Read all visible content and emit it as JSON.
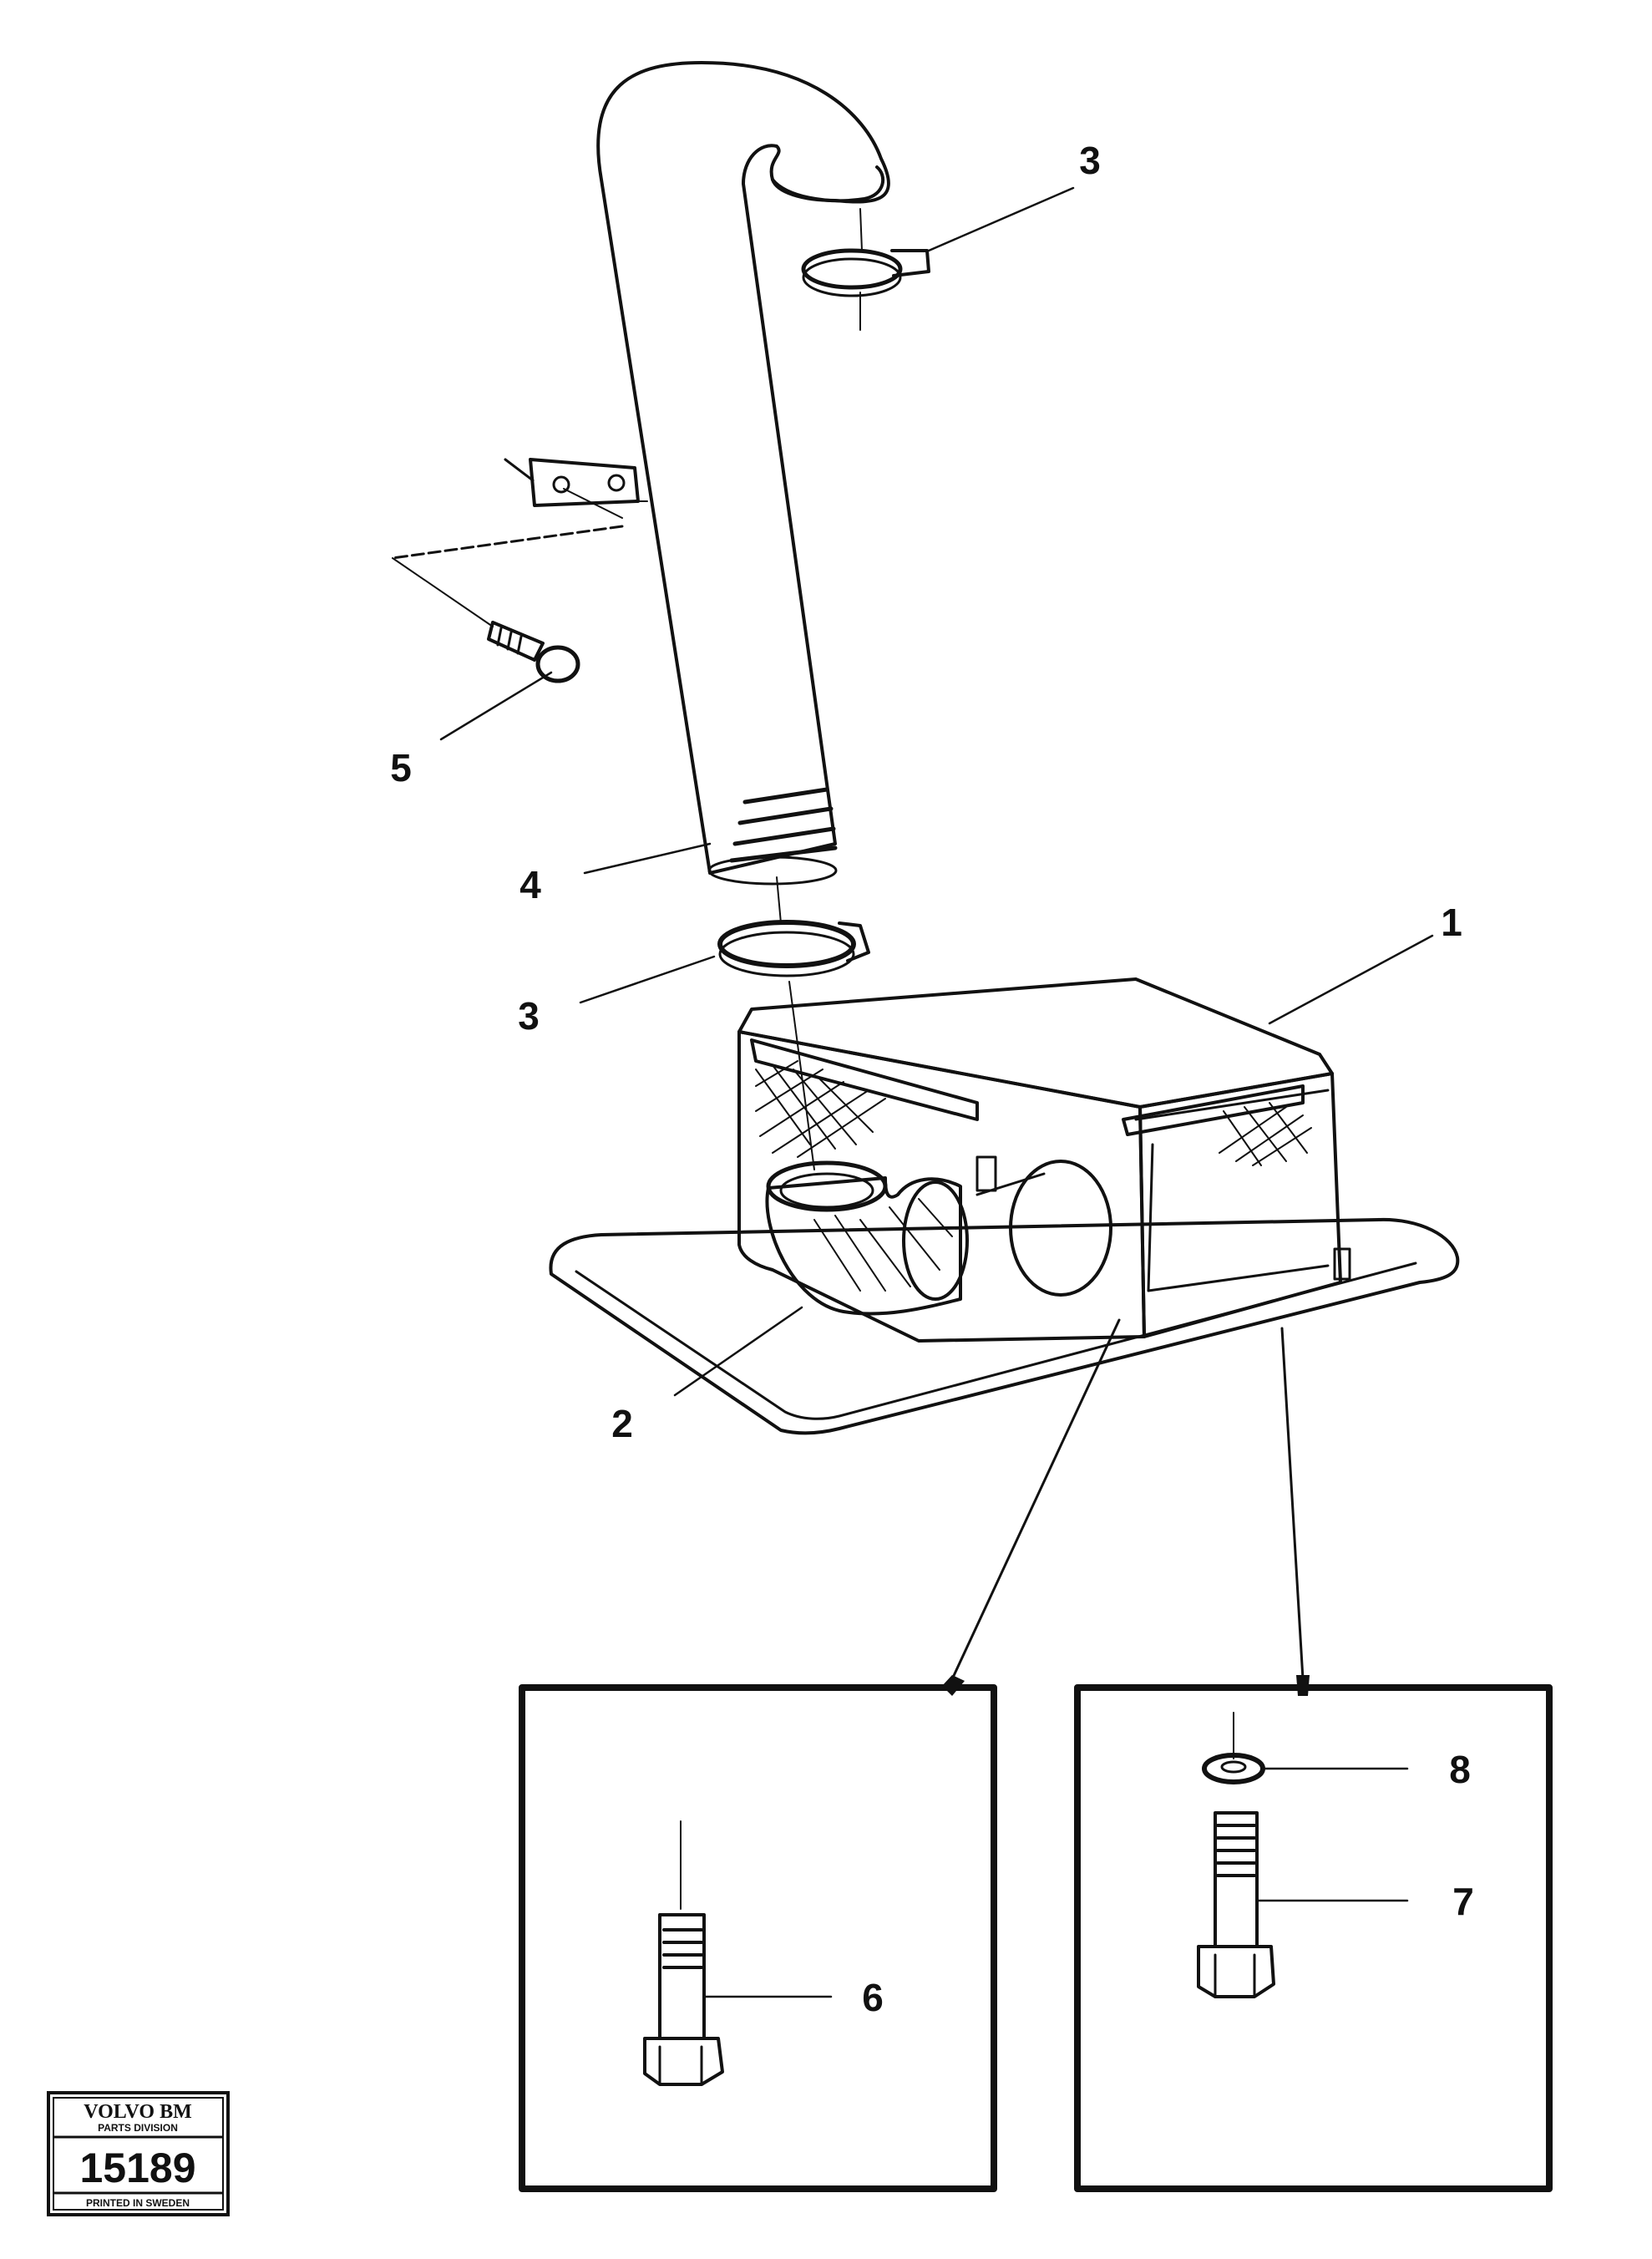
{
  "callouts": {
    "air_cleaner": "1",
    "elbow": "2",
    "hose_clamp_upper": "3",
    "hose_clamp_lower": "3",
    "intake_pipe": "4",
    "bracket_screw": "5",
    "mounting_screw_detail_a": "6",
    "mounting_screw_detail_b": "7",
    "washer": "8"
  },
  "stamp": {
    "brand": "VOLVO BM",
    "division": "PARTS DIVISION",
    "number": "15189",
    "printed": "PRINTED IN SWEDEN"
  }
}
